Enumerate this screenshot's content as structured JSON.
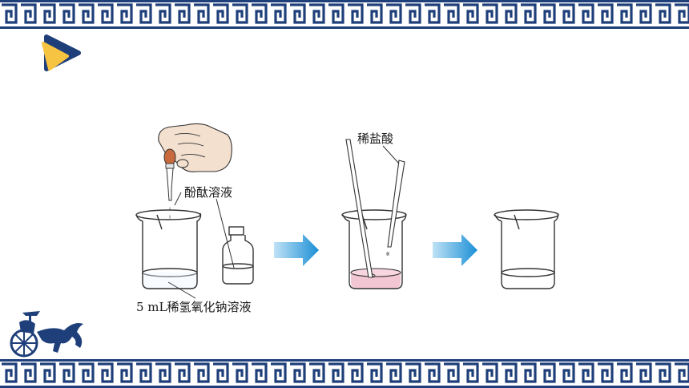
{
  "labels": {
    "indicator": "酚酞溶液",
    "base": "5 mL稀氢氧化钠溶液",
    "acid": "稀盐酸"
  },
  "colors": {
    "border": "#1f3f7a",
    "arrow": "#3aa0dc",
    "pink": "#f3c6d3",
    "logo_navy": "#1f3f7a",
    "logo_yellow": "#f6c440",
    "skin": "#f3e0cf"
  },
  "icons": [
    "logo-icon",
    "chariot-icon",
    "hand-icon",
    "dropper-icon",
    "beaker-icon",
    "bottle-icon",
    "glass-rod-icon",
    "arrow-icon"
  ]
}
